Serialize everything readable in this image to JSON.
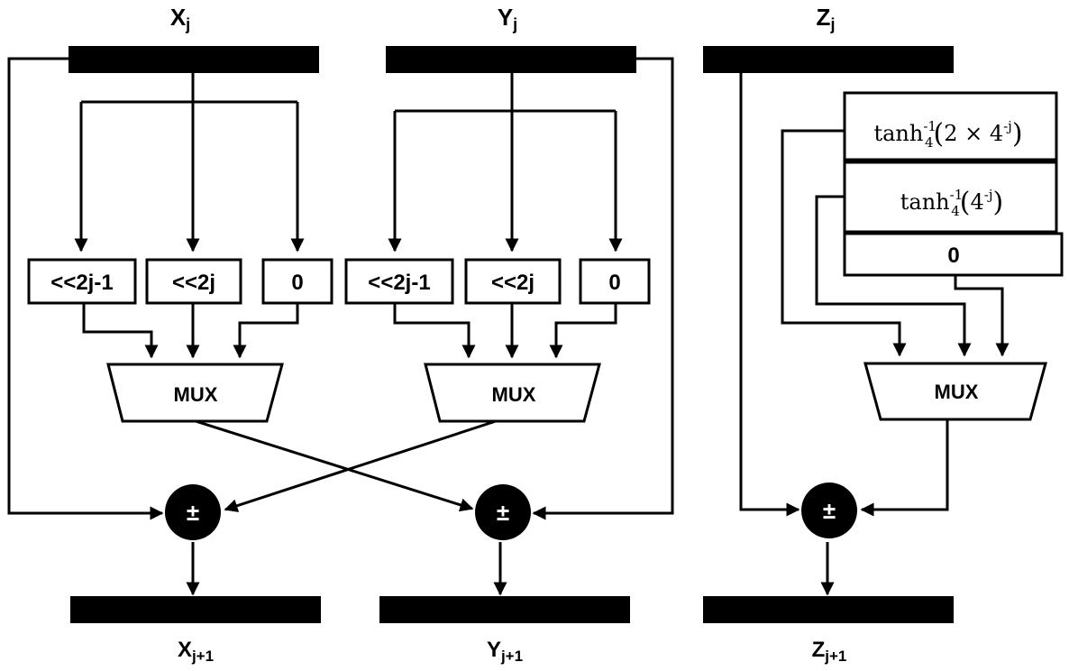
{
  "colors": {
    "ink": "#000000",
    "paper": "#ffffff"
  },
  "columns": {
    "x": {
      "input_base": "X",
      "input_sub": "j",
      "output_base": "X",
      "output_sub": "j+1",
      "shift_a": "<<2j-1",
      "shift_b": "<<2j",
      "zero": "0",
      "mux": "MUX",
      "adder": "±"
    },
    "y": {
      "input_base": "Y",
      "input_sub": "j",
      "output_base": "Y",
      "output_sub": "j+1",
      "shift_a": "<<2j-1",
      "shift_b": "<<2j",
      "zero": "0",
      "mux": "MUX",
      "adder": "±"
    },
    "z": {
      "input_base": "Z",
      "input_sub": "j",
      "output_base": "Z",
      "output_sub": "j+1",
      "const1": {
        "fn": "tanh",
        "sub": "4",
        "sup": "-1",
        "arg_open": "(",
        "arg": "2 × 4",
        "arg_sup": "-j",
        "arg_close": ")"
      },
      "const2": {
        "fn": "tanh",
        "sub": "4",
        "sup": "-1",
        "arg_open": "(",
        "arg": "4",
        "arg_sup": "-j",
        "arg_close": ")"
      },
      "zero": "0",
      "mux": "MUX",
      "adder": "±"
    }
  }
}
